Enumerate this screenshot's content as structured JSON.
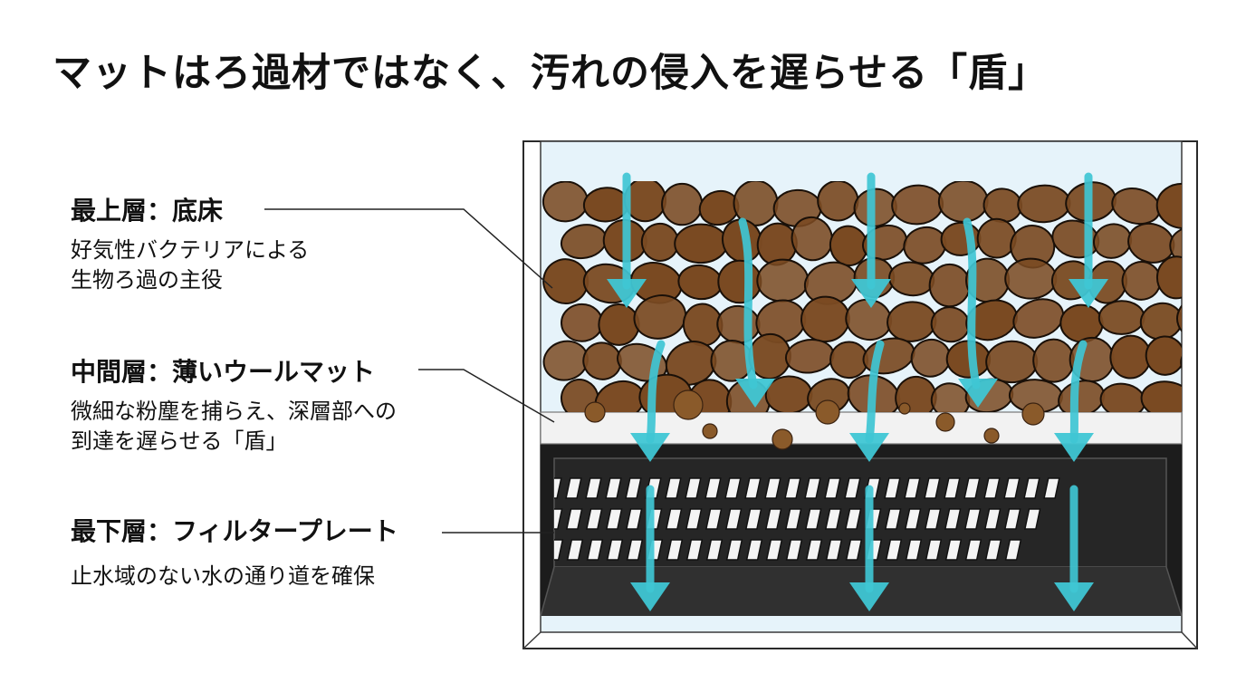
{
  "title": "マットはろ過材ではなく、汚れの侵入を遅らせる「盾」",
  "layers": {
    "top": {
      "heading": "最上層：底床",
      "desc_line1": "好気性バクテリアによる",
      "desc_line2": "生物ろ過の主役"
    },
    "middle": {
      "heading": "中間層：薄いウールマット",
      "desc_line1": "微細な粉塵を捕らえ、深層部への",
      "desc_line2": "到達を遅らせる「盾」"
    },
    "bottom": {
      "heading": "最下層：フィルタープレート",
      "desc_line1": "止水域のない水の通り道を確保"
    }
  },
  "colors": {
    "water": "#e6f3fa",
    "gravel": "#7a4a22",
    "gravel_outline": "#1a1008",
    "mat": "#f2f2f2",
    "plate": "#1c1c1c",
    "flow_arrow": "#3fc6d4",
    "leader_line": "#222222"
  },
  "icons": {
    "flow": "down-arrow-icon"
  }
}
